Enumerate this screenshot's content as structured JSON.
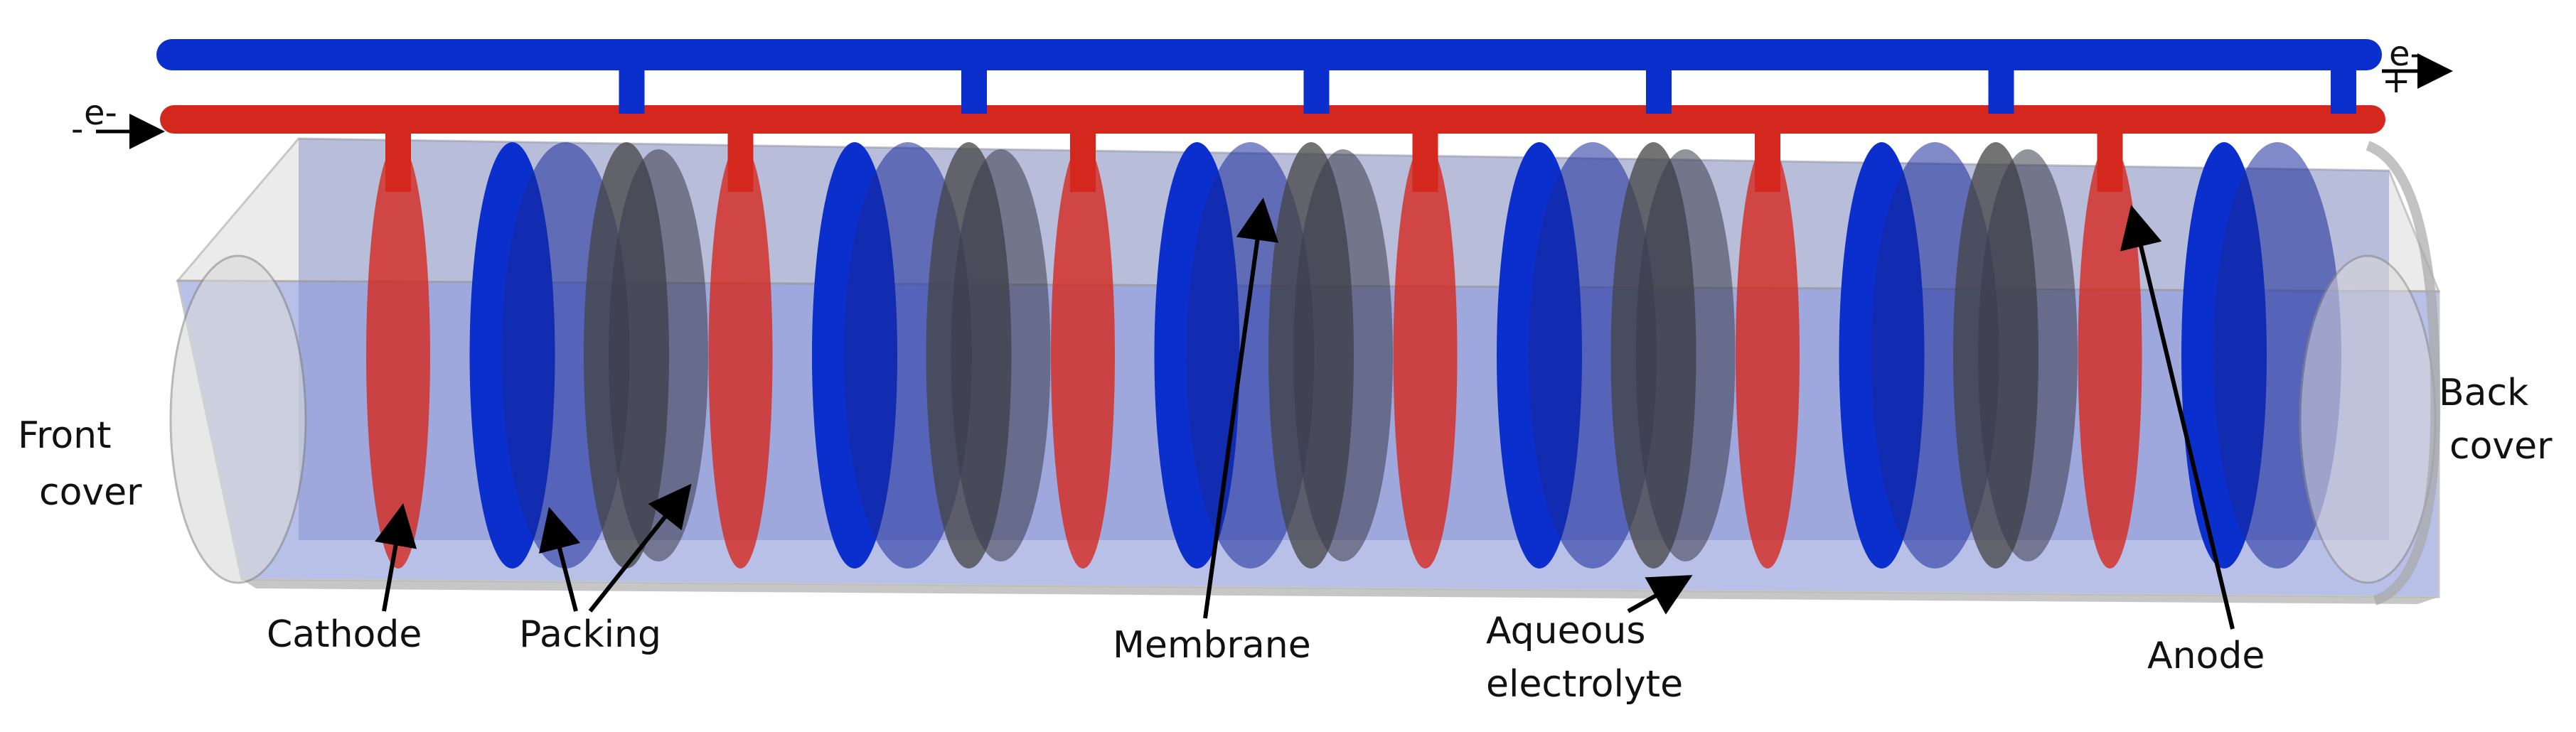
{
  "colors": {
    "cathode": "#d4281e",
    "anode": "#0a2fcc",
    "anode_face": "#1a2a9a",
    "packing": "#444444",
    "electrolyte": "#7f8ed6",
    "housing": "#c8c8c8",
    "arrow": "#000000"
  },
  "diagram": {
    "labels": {
      "front_cover_line1": "Front",
      "front_cover_line2": "cover",
      "back_cover_line1": "Back",
      "back_cover_line2": "cover",
      "cathode": "Cathode",
      "packing": "Packing",
      "membrane": "Membrane",
      "electrolyte_line1": "Aqueous",
      "electrolyte_line2": "electrolyte",
      "anode": "Anode"
    },
    "terminals": {
      "left_in": "e-",
      "right_out": "e-",
      "right_plus": "+",
      "left_minus": "-"
    },
    "stack": [
      "cathode",
      "anode",
      "packing",
      "cathode",
      "anode",
      "packing",
      "cathode",
      "anode",
      "packing",
      "cathode",
      "anode",
      "packing",
      "cathode",
      "anode",
      "packing",
      "cathode",
      "anode"
    ]
  }
}
